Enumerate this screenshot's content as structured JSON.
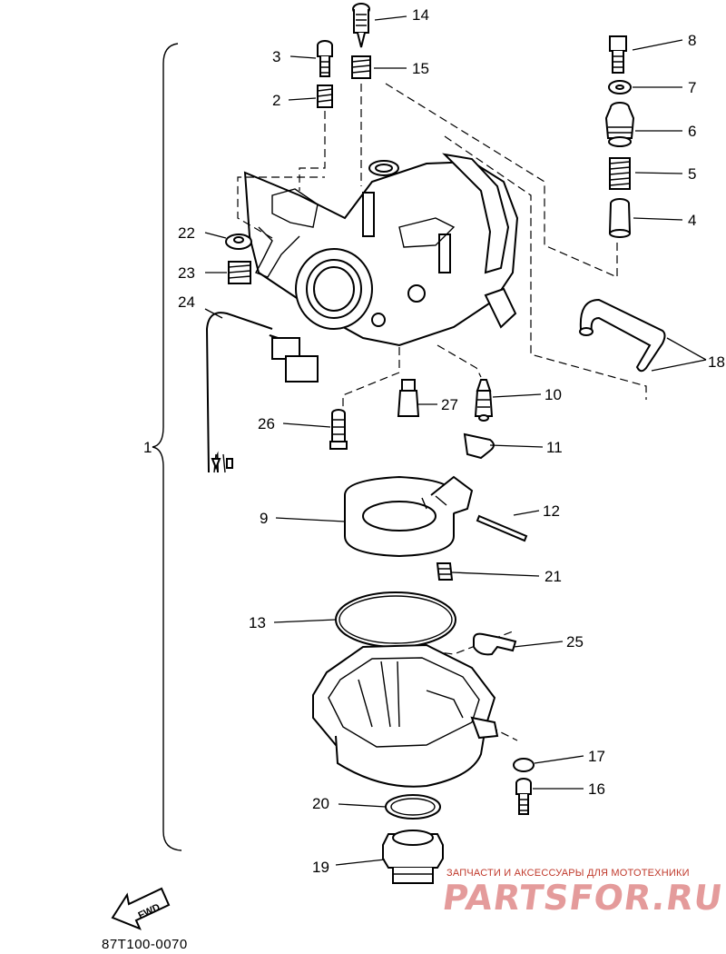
{
  "diagram": {
    "callouts": [
      {
        "id": "1",
        "label": "1"
      },
      {
        "id": "2",
        "label": "2"
      },
      {
        "id": "3",
        "label": "3"
      },
      {
        "id": "4",
        "label": "4"
      },
      {
        "id": "5",
        "label": "5"
      },
      {
        "id": "6",
        "label": "6"
      },
      {
        "id": "7",
        "label": "7"
      },
      {
        "id": "8",
        "label": "8"
      },
      {
        "id": "9",
        "label": "9"
      },
      {
        "id": "10",
        "label": "10"
      },
      {
        "id": "11",
        "label": "11"
      },
      {
        "id": "12",
        "label": "12"
      },
      {
        "id": "13",
        "label": "13"
      },
      {
        "id": "14",
        "label": "14"
      },
      {
        "id": "15",
        "label": "15"
      },
      {
        "id": "16",
        "label": "16"
      },
      {
        "id": "17",
        "label": "17"
      },
      {
        "id": "18",
        "label": "18"
      },
      {
        "id": "19",
        "label": "19"
      },
      {
        "id": "20",
        "label": "20"
      },
      {
        "id": "21",
        "label": "21"
      },
      {
        "id": "22",
        "label": "22"
      },
      {
        "id": "23",
        "label": "23"
      },
      {
        "id": "24",
        "label": "24"
      },
      {
        "id": "25",
        "label": "25"
      },
      {
        "id": "26",
        "label": "26"
      },
      {
        "id": "27",
        "label": "27"
      }
    ],
    "fwd_label": "FWD",
    "figure_code": "87T100-0070"
  },
  "watermark": {
    "tagline": "ЗАПЧАСТИ И АКСЕССУАРЫ ДЛЯ МОТОТЕХНИКИ",
    "brand": "PARTSFOR.RU",
    "color": "#c0392b"
  }
}
